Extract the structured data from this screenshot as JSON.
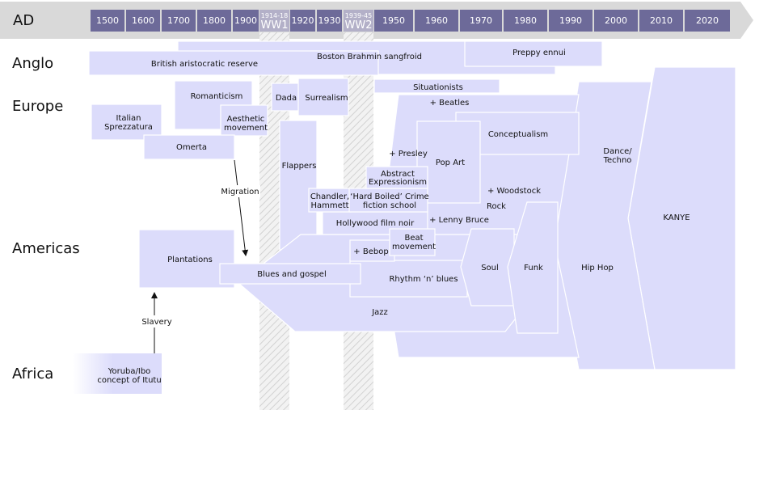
{
  "timeline": {
    "label": "AD",
    "ticks": [
      "1500",
      "1600",
      "1700",
      "1800",
      "1900",
      "1920",
      "1930",
      "1950",
      "1960",
      "1970",
      "1980",
      "1990",
      "2000",
      "2010",
      "2020"
    ],
    "wars": [
      {
        "years": "1914-18",
        "name": "WW1"
      },
      {
        "years": "1939-45",
        "name": "WW2"
      }
    ]
  },
  "regions": [
    "Anglo",
    "Europe",
    "Americas",
    "Africa"
  ],
  "movements": {
    "boston": "Boston Brahmin sangfroid",
    "preppy": "Preppy ennui",
    "british": "British aristocratic reserve",
    "romanticism": "Romanticism",
    "dada": "Dada",
    "surrealism": "Surrealism",
    "situationists": "Situationists",
    "beatles": "+ Beatles",
    "italian": [
      "Italian",
      "Sprezzatura"
    ],
    "aesthetic": [
      "Aesthetic",
      "movement"
    ],
    "omerta": "Omerta",
    "conceptualism": "Conceptualism",
    "dance": [
      "Dance/",
      "Techno"
    ],
    "presley": "+ Presley",
    "popart": "Pop Art",
    "flappers": "Flappers",
    "abstract": [
      "Abstract",
      "Expressionism"
    ],
    "woodstock": "+ Woodstock",
    "chandler": [
      "Chandler,",
      "Hammett"
    ],
    "hardboiled": [
      "‘Hard Boiled’ Crime",
      "fiction school"
    ],
    "rock": "Rock",
    "kanye": "KANYE",
    "noir": "Hollywood film noir",
    "lenny": "+ Lenny Bruce",
    "beat": [
      "Beat",
      "movement"
    ],
    "bebop": "+ Bebop",
    "plantations": "Plantations",
    "soul": "Soul",
    "funk": "Funk",
    "hiphop": "Hip Hop",
    "blues": "Blues and gospel",
    "rnb": "Rhythm ‘n’ blues",
    "jazz": "Jazz",
    "yoruba": [
      "Yoruba/Ibo",
      "concept of Itutu"
    ]
  },
  "arrows": {
    "migration": "Migration",
    "slavery": "Slavery"
  },
  "colors": {
    "block": "#dcdcfb",
    "timeline_bar": "#d9d9d9",
    "tick_box": "#6d6a99",
    "war_box": "#b3b0c8",
    "war_band": "#e9e9e9"
  }
}
